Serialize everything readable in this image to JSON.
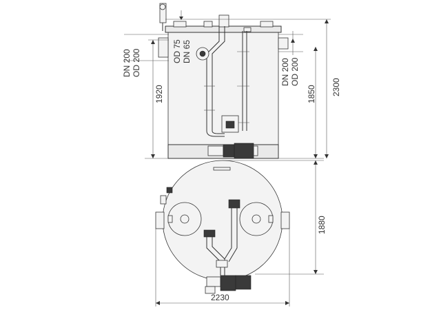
{
  "labels": {
    "od75": "OD 75",
    "dn65": "DN 65",
    "dn200_left": "DN 200",
    "od200_left": "OD 200",
    "dn200_right": "DN 200",
    "od200_right": "OD 200"
  },
  "dimensions": {
    "height_inlet": "1920",
    "height_outlet": "1850",
    "height_total": "2300",
    "diameter_depth": "1880",
    "diameter_width": "2230"
  },
  "colors": {
    "line": "#333333",
    "fill_light": "#f3f3f3",
    "fill_grey": "#e9e9e9",
    "pump_dark": "#3a3a3a"
  }
}
